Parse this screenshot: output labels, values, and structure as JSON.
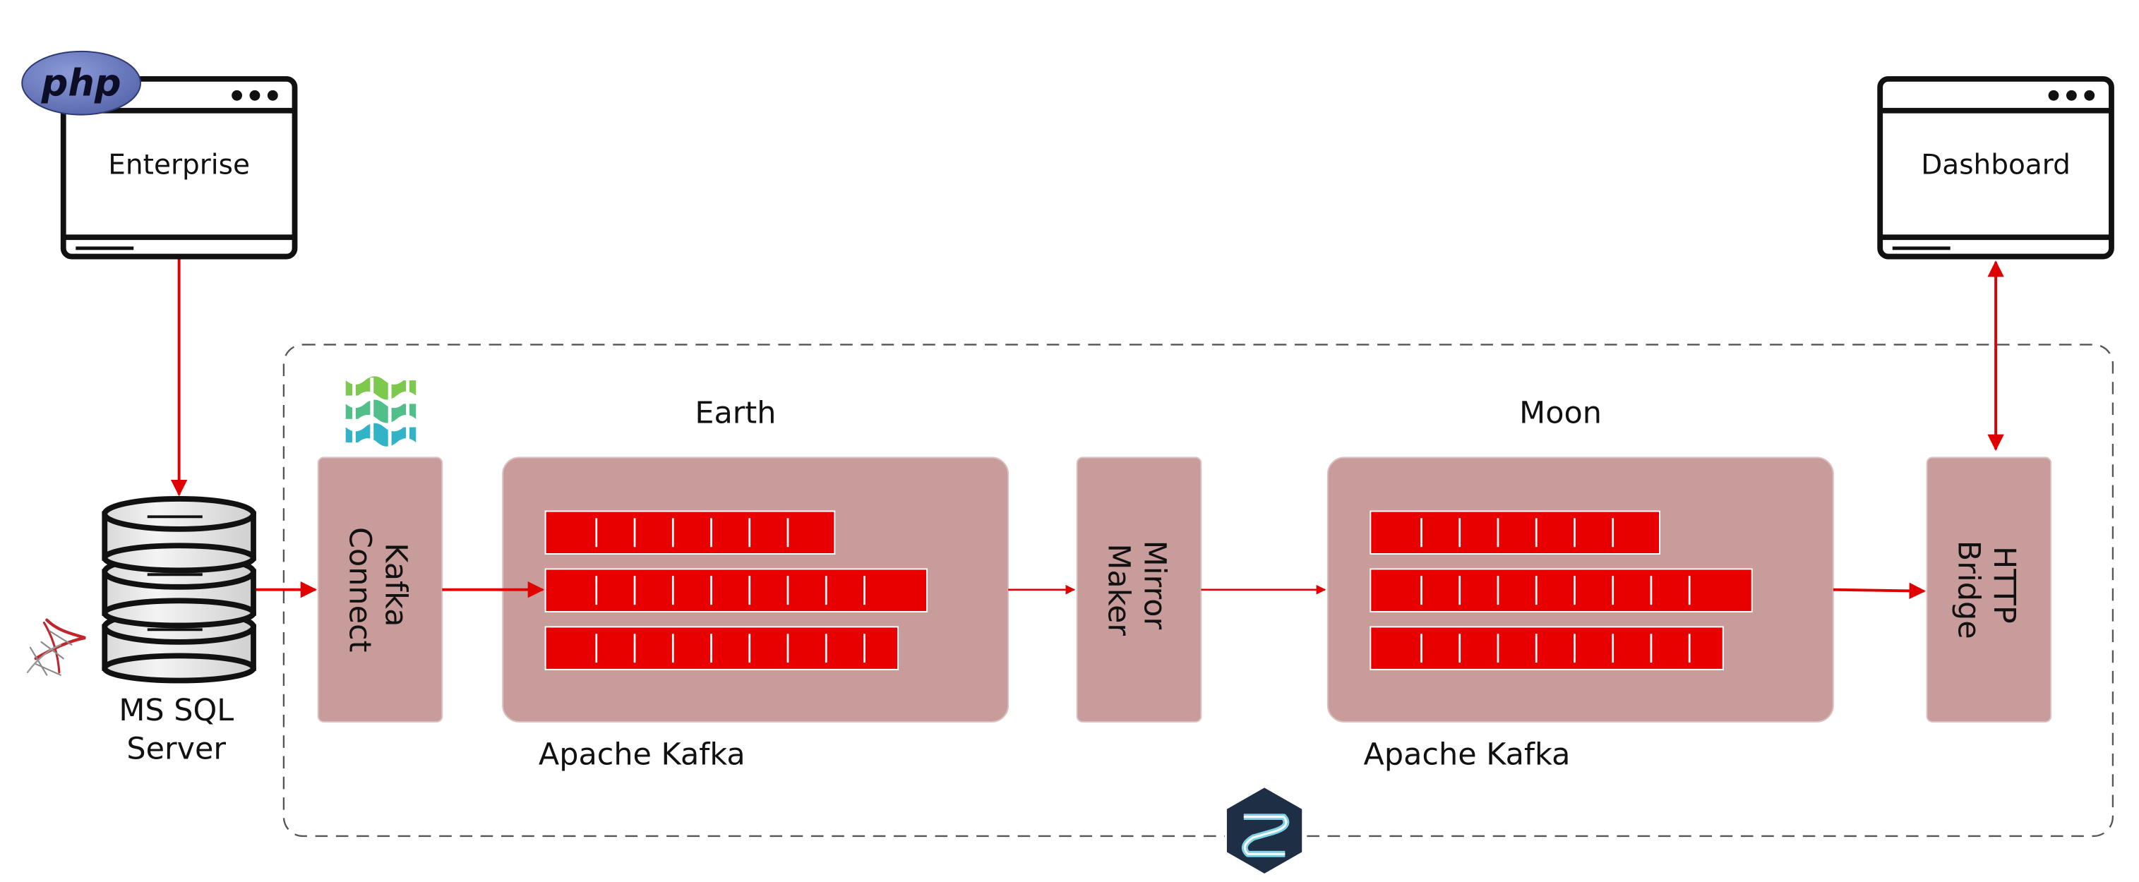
{
  "apps": {
    "enterprise": {
      "label": "Enterprise",
      "badge": "php"
    },
    "dashboard": {
      "label": "Dashboard"
    }
  },
  "database": {
    "label_line1": "MS SQL",
    "label_line2": "Server"
  },
  "clusters": {
    "earth": {
      "title": "Earth",
      "caption": "Apache Kafka"
    },
    "moon": {
      "title": "Moon",
      "caption": "Apache Kafka"
    }
  },
  "components": {
    "kafka_connect": {
      "line1": "Kafka",
      "line2": "Connect"
    },
    "mirror_maker": {
      "line1": "Mirror",
      "line2": "Maker"
    },
    "http_bridge": {
      "line1": "HTTP",
      "line2": "Bridge"
    }
  },
  "colors": {
    "arrow": "#e00000",
    "partition": "#e80000",
    "component_fill": "#c99c9c",
    "frame": "#111111"
  },
  "icons": [
    "php-logo",
    "ms-sql-server-logo",
    "kafka-connect-logo",
    "strimzi-logo"
  ]
}
